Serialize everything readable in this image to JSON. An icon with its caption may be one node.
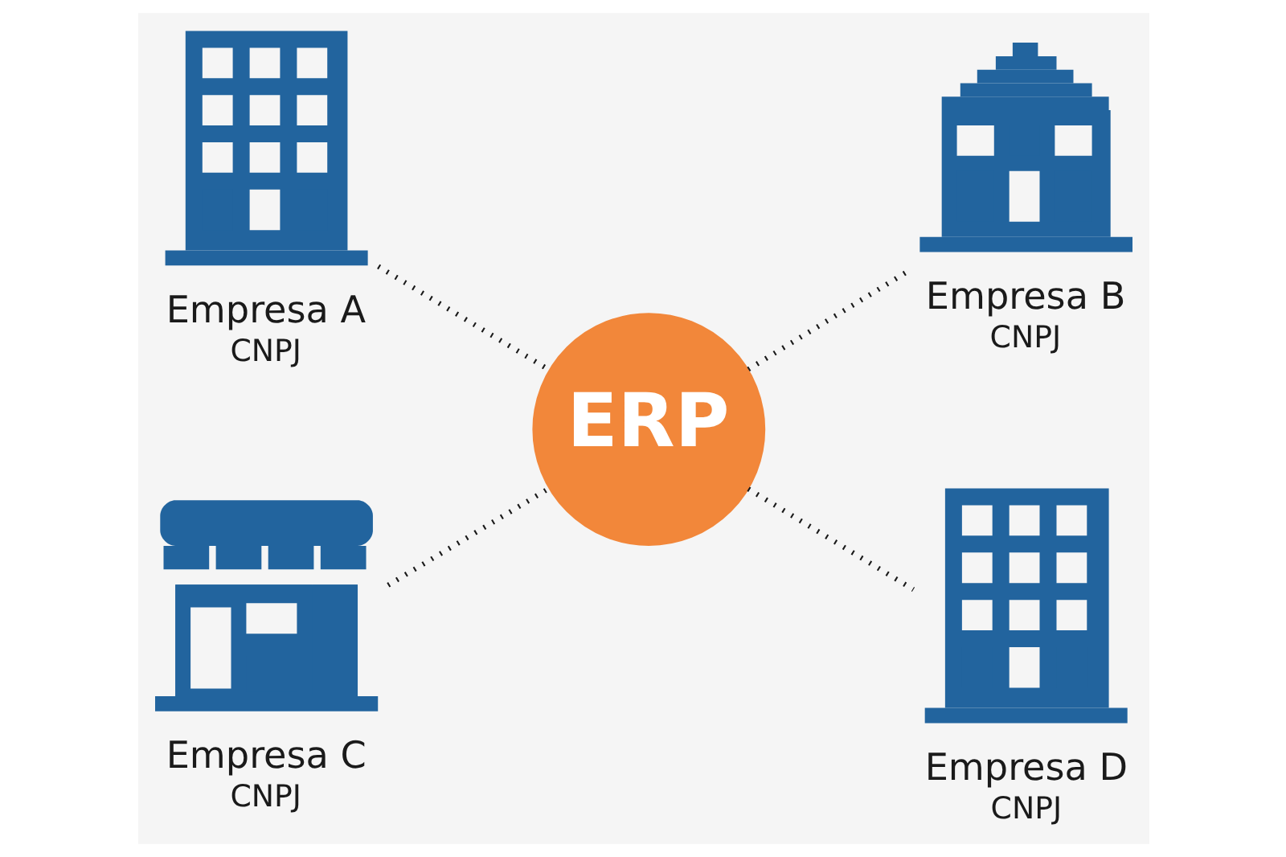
{
  "diagram": {
    "nodes": [
      {
        "text": [
          "Empresa A",
          "CNPJ"
        ]
      },
      {
        "text": [
          "Empresa B",
          "CNPJ"
        ]
      },
      {
        "text": [
          "ERP"
        ]
      },
      {
        "text": [
          "Empresa C",
          "CNPJ"
        ]
      },
      {
        "text": [
          "Empresa D",
          "CNPJ"
        ]
      }
    ],
    "edges": [
      {
        "from": 0,
        "to": 2,
        "arrow": "none",
        "style": "dashed"
      },
      {
        "from": 2,
        "to": 1,
        "arrow": "none",
        "style": "dashed"
      },
      {
        "from": 3,
        "to": 2,
        "arrow": "none",
        "style": "dashed"
      },
      {
        "from": 2,
        "to": 4,
        "arrow": "none",
        "style": "dashed"
      }
    ]
  }
}
